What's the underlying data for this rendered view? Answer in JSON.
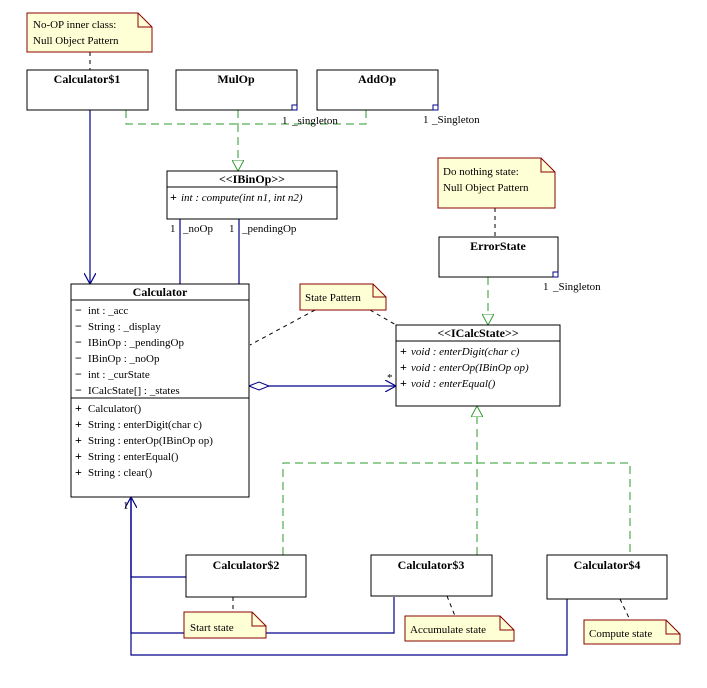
{
  "notes": {
    "noop": [
      "No-OP inner class:",
      "Null Object Pattern"
    ],
    "donothing": [
      "Do nothing state:",
      "Null Object Pattern"
    ],
    "statepattern": [
      "State Pattern"
    ],
    "start": [
      "Start state"
    ],
    "accumulate": [
      "Accumulate state"
    ],
    "compute": [
      "Compute state"
    ]
  },
  "classes": {
    "calc1": "Calculator$1",
    "mulop": "MulOp",
    "addop": "AddOp",
    "ibinop": "<<IBinOp>>",
    "errorstate": "ErrorState",
    "calculator": "Calculator",
    "icalcstate": "<<ICalcState>>",
    "calc2": "Calculator$2",
    "calc3": "Calculator$3",
    "calc4": "Calculator$4"
  },
  "ibinop_methods": [
    "int : compute(int n1, int n2)"
  ],
  "icalcstate_methods": [
    "void : enterDigit(char c)",
    "void : enterOp(IBinOp op)",
    "void : enterEqual()"
  ],
  "calculator_attributes": [
    "int : _acc",
    "String : _display",
    "IBinOp : _pendingOp",
    "IBinOp : _noOp",
    "int : _curState",
    "ICalcState[] : _states"
  ],
  "calculator_methods": [
    "Calculator()",
    "String : enterDigit(char c)",
    "String : enterOp(IBinOp op)",
    "String : enterEqual()",
    "String : clear()"
  ],
  "visibility": {
    "attribute": "−",
    "method": "+"
  },
  "labels": {
    "mul_mult": "1",
    "mul_role": "_singleton",
    "add_mult": "1",
    "add_role": "_Singleton",
    "err_mult": "1",
    "err_role": "_Singleton",
    "noop_mult": "1",
    "noop_role": "_noOp",
    "pending_mult": "1",
    "pending_role": "_pendingOp",
    "states_mult": "*",
    "calc_mult": "1"
  },
  "colors": {
    "generalization": "#2e9a2e",
    "association": "#00008b",
    "note_fill": "#ffffd6",
    "note_border": "#8b0000",
    "box_border": "#000000"
  }
}
